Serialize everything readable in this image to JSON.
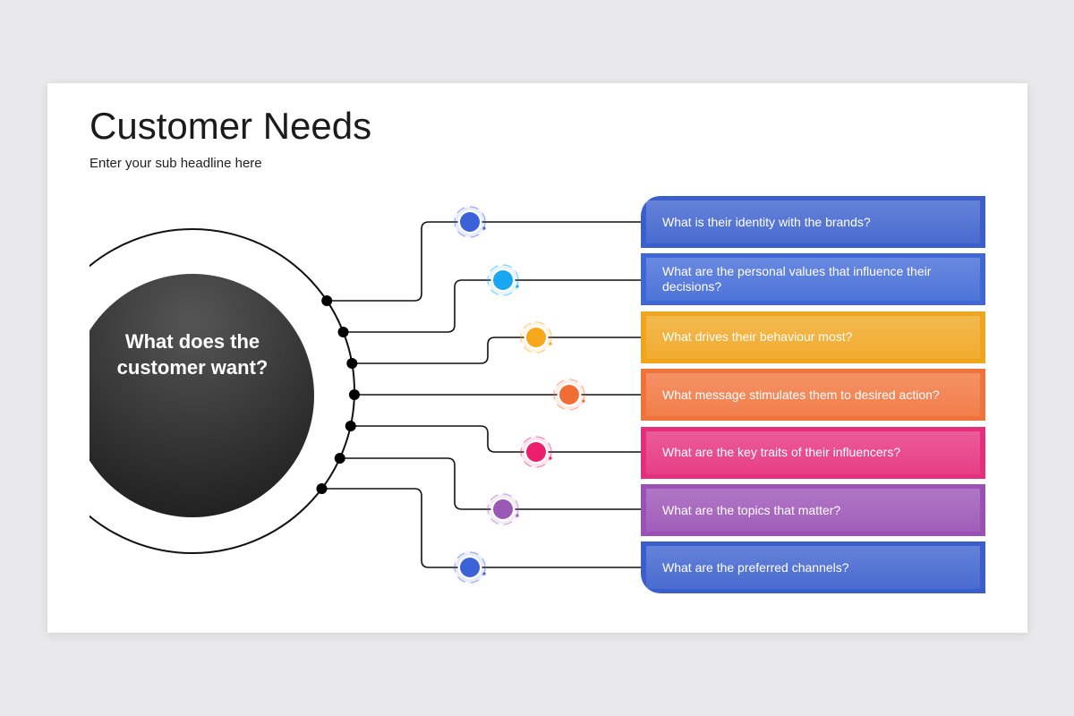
{
  "slide": {
    "title": "Customer Needs",
    "subtitle": "Enter your sub headline here"
  },
  "center": {
    "label": "What does the customer want?"
  },
  "items": [
    {
      "text": "What is their identity with the brands?",
      "color": "#3a5fcd",
      "icon": "dot-icon"
    },
    {
      "text": "What are the personal values that influence their decisions?",
      "color": "#3f68d6",
      "icon": "dot-icon"
    },
    {
      "text": "What drives their behaviour most?",
      "color": "#f0a51d",
      "icon": "dot-icon"
    },
    {
      "text": "What message stimulates them to desired action?",
      "color": "#f1733c",
      "icon": "dot-icon"
    },
    {
      "text": "What are the key traits of their influencers?",
      "color": "#e52e7c",
      "icon": "dot-icon"
    },
    {
      "text": "What are the topics that matter?",
      "color": "#9a50b4",
      "icon": "dot-icon"
    },
    {
      "text": "What are the preferred channels?",
      "color": "#3a5fcd",
      "icon": "dot-icon"
    }
  ],
  "dot_colors": [
    "#3b62d8",
    "#1aa7f2",
    "#f7a71c",
    "#f26d34",
    "#ec1f6e",
    "#9b59b6",
    "#3b62d8"
  ]
}
